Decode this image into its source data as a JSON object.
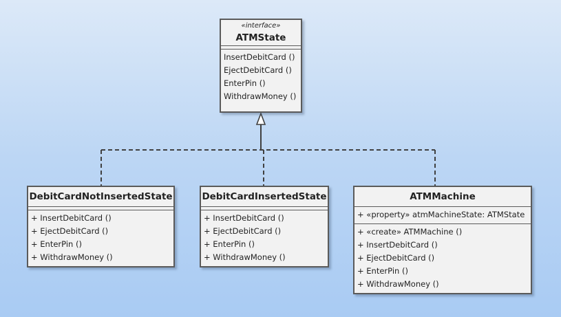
{
  "diagram": {
    "interface": {
      "stereotype": "«interface»",
      "name": "ATMState",
      "operations": [
        "InsertDebitCard ()",
        "EjectDebitCard ()",
        "EnterPin ()",
        "WithdrawMoney ()"
      ]
    },
    "classes": [
      {
        "name": "DebitCardNotInsertedState",
        "operations": [
          "+ InsertDebitCard ()",
          "+ EjectDebitCard ()",
          "+ EnterPin ()",
          "+ WithdrawMoney ()"
        ]
      },
      {
        "name": "DebitCardInsertedState",
        "operations": [
          "+ InsertDebitCard ()",
          "+ EjectDebitCard ()",
          "+ EnterPin ()",
          "+ WithdrawMoney ()"
        ]
      },
      {
        "name": "ATMMachine",
        "attributes": [
          "+ «property» atmMachineState: ATMState"
        ],
        "operations": [
          "+ «create» ATMMachine ()",
          "+ InsertDebitCard ()",
          "+ EjectDebitCard ()",
          "+ EnterPin ()",
          "+ WithdrawMoney ()"
        ]
      }
    ]
  }
}
